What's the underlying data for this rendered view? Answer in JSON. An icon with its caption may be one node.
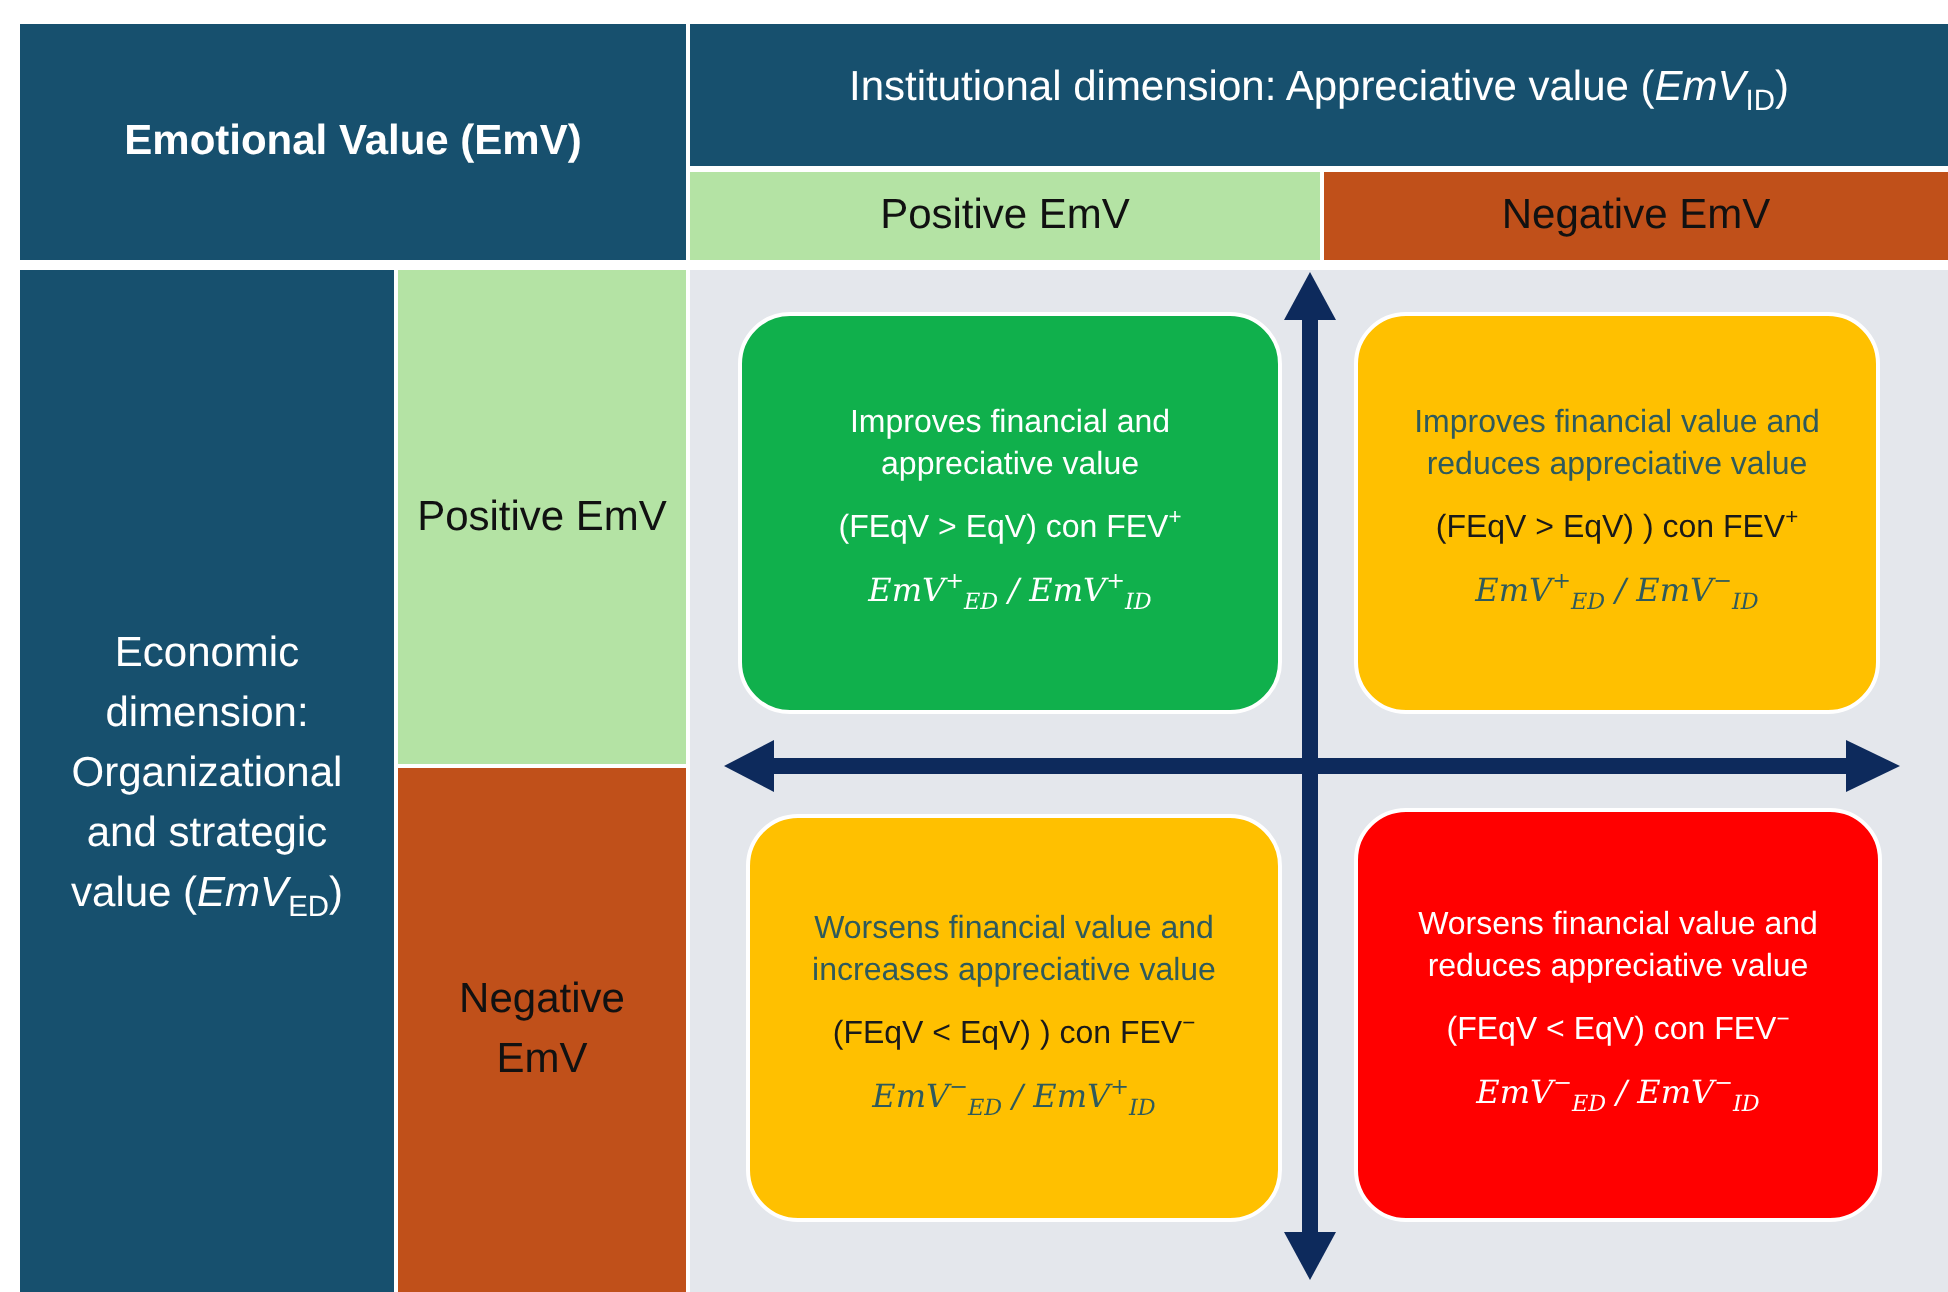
{
  "diagram": {
    "nodes": [
      {
        "text": [
          "Emotional Value (EmV)"
        ]
      },
      {
        "text": [
          "Institutional dimension: Appreciative value (*EmV*$_{ID}$)"
        ]
      },
      {
        "text": [
          "Positive  EmV"
        ]
      },
      {
        "text": [
          "Negative EmV"
        ]
      },
      {
        "text": [
          "Economic dimension: Organizational and strategic value (*EmV*$_{ED}$)"
        ]
      },
      {
        "text": [
          "Positive EmV"
        ]
      },
      {
        "text": [
          "Negative EmV"
        ]
      },
      {
        "text": [
          "Improves financial and appreciative value",
          "(FEqV > EqV) con FEV$^{+}$",
          "EmV$^{+}$$_{ED}$ / EmV$^{+}$$_{ID}$"
        ]
      },
      {
        "text": [
          "Improves financial value and reduces appreciative value",
          "(FEqV > EqV) ) con FEV$^{+}$",
          "EmV$^{+}$$_{ED}$ / EmV$^{−}$$_{ID}$"
        ]
      },
      {
        "text": [
          "Worsens financial value and increases appreciative value",
          "(FEqV < EqV) ) con FEV$^{−}$",
          "EmV$^{−}$$_{ED}$ / EmV$^{+}$$_{ID}$"
        ]
      },
      {
        "text": [
          "Worsens financial value and reduces appreciative value",
          "(FEqV < EqV) con FEV$^{−}$",
          "EmV$^{−}$$_{ED}$ / EmV$^{−}$$_{ID}$"
        ]
      }
    ],
    "edges": []
  }
}
